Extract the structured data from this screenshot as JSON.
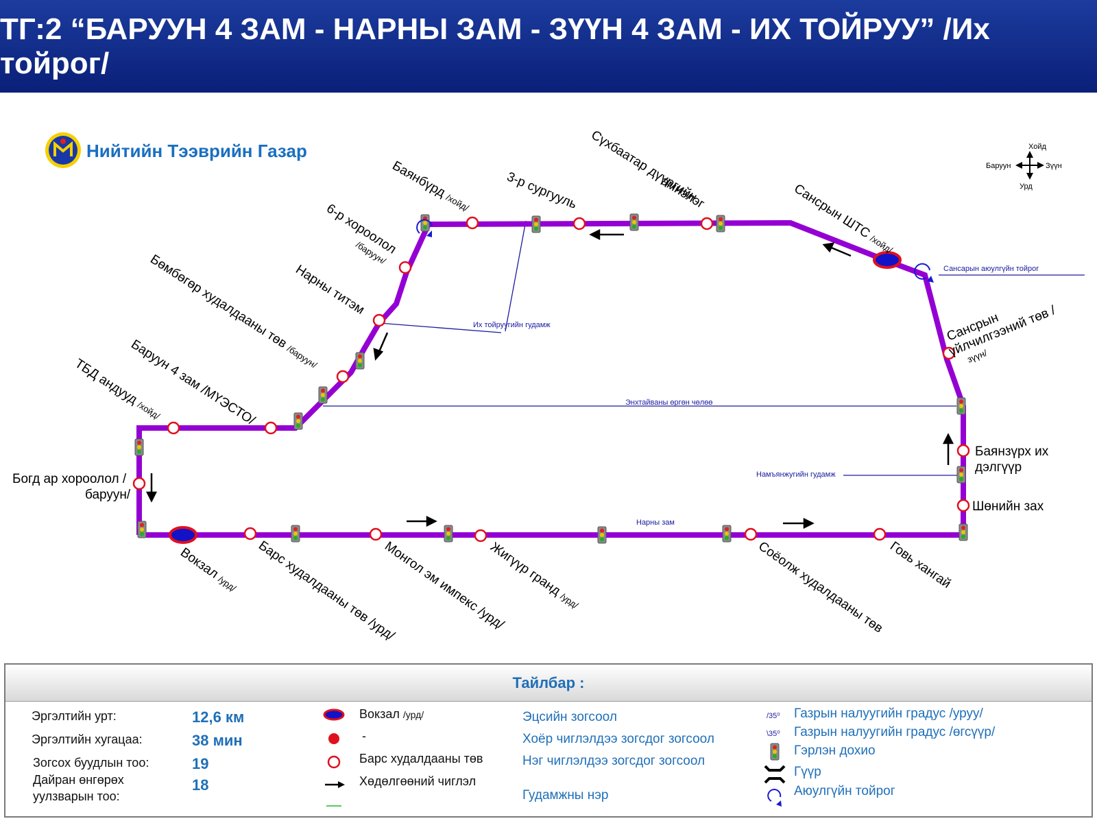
{
  "header": {
    "title": "ТГ:2 “БАРУУН 4 ЗАМ - НАРНЫ ЗАМ - ЗҮҮН 4 ЗАМ - ИХ ТОЙРУУ” /Их тойрог/"
  },
  "logo": {
    "text": "Нийтийн Тээврийн  Газар"
  },
  "compass": {
    "north": "Хойд",
    "west": "Баруун",
    "east": "Зүүн",
    "south": "Урд"
  },
  "colors": {
    "route": "#9400d3",
    "street_line": "#1a1aa0",
    "stop_fill": "#ffffff",
    "stop_stroke": "#e0101f",
    "terminal_fill": "#1212c8",
    "header_bg": "#132c8c",
    "legend_accent": "#1f6fb8"
  },
  "stops": {
    "bayanburd": {
      "main": "Баянбүрд",
      "sub": "/хойд/"
    },
    "school3": {
      "main": "3-р сургууль"
    },
    "hospital_1": {
      "main": "Сүхбаатар дүүргийн"
    },
    "hospital_2": {
      "main": "эмнэлэг"
    },
    "sansar_gas": {
      "main": "Сансрын ШТС",
      "sub": "/хойд/"
    },
    "sansar_service_1": {
      "main": "Сансрын"
    },
    "sansar_service_2": {
      "main": "үйлчилгээний төв /"
    },
    "sansar_service_3": {
      "main": "зүүн/"
    },
    "bayanzurkh_1": {
      "main": "Баянзүрх их"
    },
    "bayanzurkh_2": {
      "main": "дэлгүүр"
    },
    "shonii": {
      "main": "Шөнийн зах"
    },
    "govi": {
      "main": "Говь хангай"
    },
    "soyolj": {
      "main": "Соёолж худалдааны төв"
    },
    "jiguur": {
      "main": "Жигүүр гранд",
      "sub": "/урд/"
    },
    "mongol_em": {
      "main": "Монгол эм импекс /урд/"
    },
    "bars": {
      "main": "Барс худалдааны төв /урд/"
    },
    "vokzal": {
      "main": "Вокзал",
      "sub": "/урд/"
    },
    "bogd_1": {
      "main": "Богд ар хороолол /"
    },
    "bogd_2": {
      "main": "баруун/"
    },
    "tbd": {
      "main": "ТБД андууд",
      "sub": "/хойд/"
    },
    "baruun4": {
      "main": "Баруун 4 зам /МҮЭСТО/"
    },
    "bombogor": {
      "main": "Бөмбөгөр худалдааны төв",
      "sub": "/баруун/"
    },
    "narny": {
      "main": "Нарны титэм"
    },
    "horoolol6_1": {
      "main": "6-р хороолол"
    },
    "horoolol6_2": {
      "main": "/баруун/"
    }
  },
  "streets": {
    "ikh_toiruu": "Их тойруугийн гудамж",
    "sansar_circle": "Сансарын аюулгүйн тойрог",
    "enkhtaivan": "Энхтайваны өргөн чөлөө",
    "namyanju": "Намъянжугийн гудамж",
    "narny_zam": "Нарны зам"
  },
  "legend": {
    "title": "Тайлбар :",
    "stats": [
      {
        "label": "Эргэлтийн урт:",
        "value": "12,6 км"
      },
      {
        "label": "Эргэлтийн хугацаа:",
        "value": "38 мин"
      },
      {
        "label": "Зогсох буудлын тоо:",
        "value": "19"
      },
      {
        "label": "Дайран өнгөрөх",
        "label2": "уулзварын тоо:",
        "value": "18"
      }
    ],
    "symbols": [
      {
        "icon": "terminal-icon",
        "label": "Вокзал",
        "sub": "/урд/",
        "desc": "Эцсийн зогсоол"
      },
      {
        "icon": "filled-stop-icon",
        "label": "-",
        "desc": "Хоёр чиглэлдээ зогсдог зогсоол"
      },
      {
        "icon": "open-stop-icon",
        "label": "Барс худалдааны төв",
        "desc": "Нэг чиглэлдээ зогсдог зогсоол"
      },
      {
        "icon": "arrow-icon",
        "label": "Хөдөлгөөний чиглэл"
      },
      {
        "icon": "green-line-icon",
        "label": "",
        "desc": "Гудамжны нэр"
      }
    ],
    "extras": [
      {
        "icon": "slope-down-icon",
        "mark": "/35⁰",
        "label": "Газрын налуугийн градус /уруу/"
      },
      {
        "icon": "slope-up-icon",
        "mark": "\\35⁰",
        "label": "Газрын налуугийн градус /өгсүүр/"
      },
      {
        "icon": "traffic-light-icon",
        "label": "Гэрлэн дохио"
      },
      {
        "icon": "bridge-icon",
        "label": "Гүүр"
      },
      {
        "icon": "safety-circle-icon",
        "label": "Аюулгүйн тойрог"
      }
    ]
  }
}
